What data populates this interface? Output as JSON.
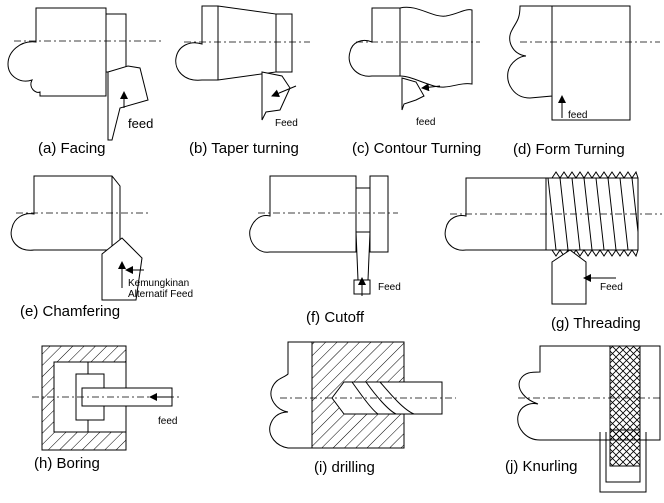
{
  "panels": [
    {
      "caption": "(a) Facing",
      "label": "feed"
    },
    {
      "caption": "(b) Taper turning",
      "label": "Feed"
    },
    {
      "caption": "(c) Contour Turning",
      "label": "feed"
    },
    {
      "caption": "(d) Form Turning",
      "label": "feed"
    },
    {
      "caption": "(e) Chamfering",
      "label": "Kemungkinan",
      "label2": "Alternatif Feed"
    },
    {
      "caption": "(f) Cutoff",
      "label": "Feed"
    },
    {
      "caption": "(g) Threading",
      "label": "Feed"
    },
    {
      "caption": "(h) Boring",
      "label": "feed"
    },
    {
      "caption": "(i) drilling"
    },
    {
      "caption": "(j) Knurling"
    }
  ]
}
